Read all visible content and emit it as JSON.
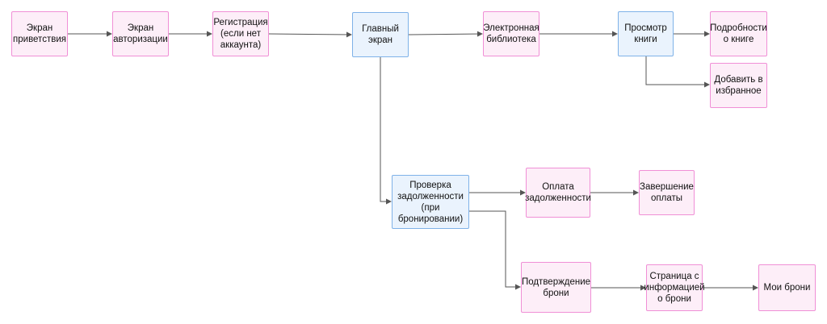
{
  "diagram": {
    "nodes": {
      "welcome": "Экран\nприветствия",
      "auth": "Экран\nавторизации",
      "register": "Регистрация\n(если нет\nаккаунта)",
      "main": "Главный\nэкран",
      "library": "Электронная\nбиблиотека",
      "book_view": "Просмотр\nкниги",
      "book_details": "Подробности\nо книге",
      "add_favorites": "Добавить в\nизбранное",
      "debt_check": "Проверка\nзадолженности\n(при\nбронировании)",
      "debt_payment": "Оплата\nзадолженности",
      "payment_complete": "Завершение\nоплаты",
      "booking_confirm": "Подтверждение\nброни",
      "booking_info": "Страница с\nинформацией\nо брони",
      "my_bookings": "Мои брони"
    },
    "colors": {
      "screen_fill": "#fdeef8",
      "screen_border": "#f08fd6",
      "hub_fill": "#eaf3fd",
      "hub_border": "#7fb2e8",
      "connector": "#555555"
    }
  }
}
